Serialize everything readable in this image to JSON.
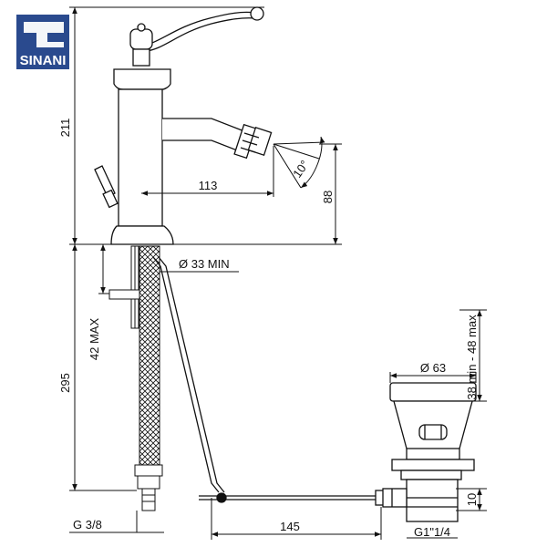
{
  "brand": {
    "name": "SINANI",
    "color": "#2a4a8e"
  },
  "dimensions": {
    "total_height": "211",
    "spout_reach": "113",
    "spout_height": "88",
    "angle": "10°",
    "hole_diameter": "Ø 33  MIN",
    "deck_thickness": "42 MAX",
    "hose_length": "295",
    "hose_thread": "G 3/8",
    "rod_length": "145",
    "waste_diameter": "Ø 63",
    "waste_range": "38 min - 48 max",
    "waste_height": "10",
    "waste_thread": "G1\"1/4"
  },
  "colors": {
    "line": "#111111",
    "background": "#ffffff"
  }
}
